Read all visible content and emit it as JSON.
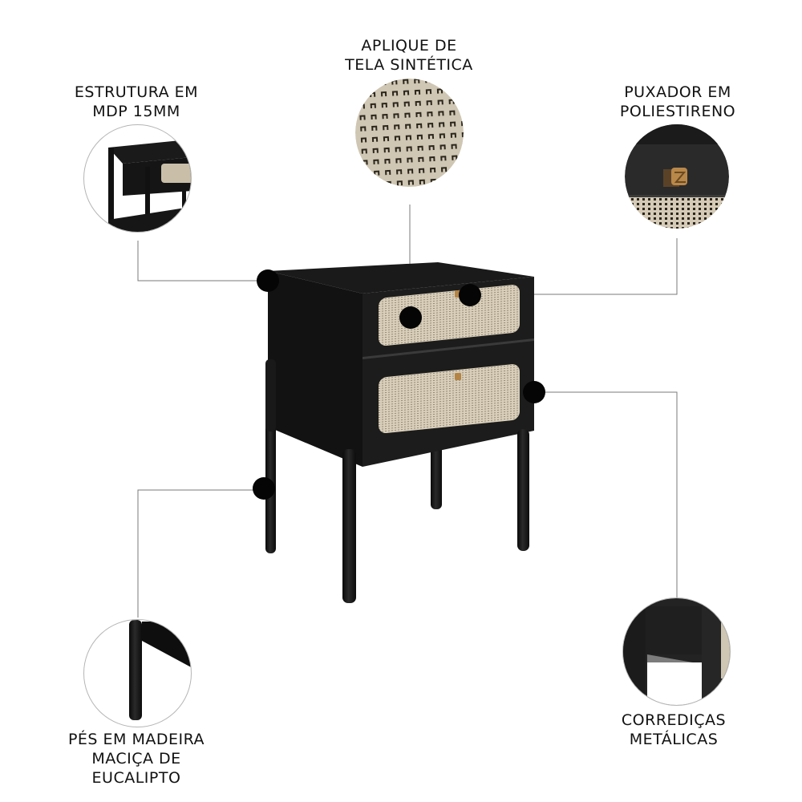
{
  "product": {
    "name": "nightstand-two-drawers",
    "colors": {
      "body": "#151515",
      "cane": "#d6ccb8",
      "cane_dark": "#3a3426",
      "handle": "#b38445",
      "line": "#7a7a7a",
      "marker": "#050505"
    }
  },
  "callouts": [
    {
      "id": "estrutura",
      "lines": [
        "ESTRUTURA EM",
        "MDP 15MM"
      ],
      "detail": "structure-corner"
    },
    {
      "id": "aplique",
      "lines": [
        "APLIQUE DE",
        "TELA SINTÉTICA"
      ],
      "detail": "synthetic-cane-texture"
    },
    {
      "id": "puxador",
      "lines": [
        "PUXADOR EM",
        "POLIESTIRENO"
      ],
      "detail": "drawer-handle"
    },
    {
      "id": "pes",
      "lines": [
        "PÉS EM MADEIRA",
        "MACIÇA DE",
        "EUCALIPTO"
      ],
      "detail": "solid-leg"
    },
    {
      "id": "corredicas",
      "lines": [
        "CORREDIÇAS",
        "METÁLICAS"
      ],
      "detail": "metal-slide"
    }
  ]
}
